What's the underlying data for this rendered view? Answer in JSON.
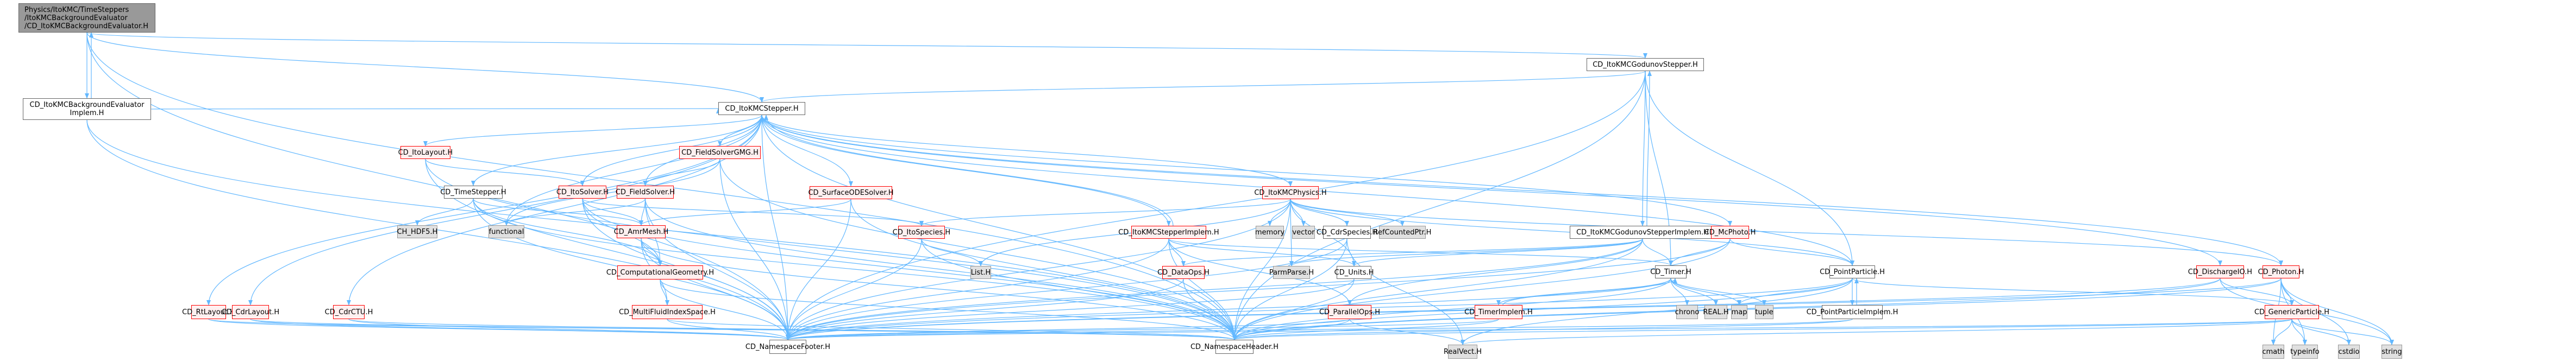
{
  "title": "Include dependency graph for CD_ItoKMCBackgroundEvaluator.H",
  "colors": {
    "edge": "#63b8ff",
    "root_fill": "#999999",
    "red_border": "#ff0000",
    "red_fill": "#fff0f0",
    "system_fill": "#e0e0e0",
    "plain_fill": "#ffffff"
  },
  "nodes": [
    {
      "id": "root",
      "label": "Physics/ItoKMC/TimeSteppers\n/ItoKMCBackgroundEvaluator\n/CD_ItoKMCBackgroundEvaluator.H",
      "kind": "root"
    },
    {
      "id": "bgimplem",
      "label": "CD_ItoKMCBackgroundEvaluator\nImplem.H",
      "kind": "plain"
    },
    {
      "id": "godunov",
      "label": "CD_ItoKMCGodunovStepper.H",
      "kind": "plain"
    },
    {
      "id": "stepper",
      "label": "CD_ItoKMCStepper.H",
      "kind": "plain"
    },
    {
      "id": "itolayout",
      "label": "CD_ItoLayout.H",
      "kind": "red"
    },
    {
      "id": "fsgmg",
      "label": "CD_FieldSolverGMG.H",
      "kind": "red"
    },
    {
      "id": "surfode",
      "label": "CD_SurfaceODESolver.H",
      "kind": "red"
    },
    {
      "id": "physics",
      "label": "CD_ItoKMCPhysics.H",
      "kind": "red"
    },
    {
      "id": "timestepper",
      "label": "CD_TimeStepper.H",
      "kind": "plain"
    },
    {
      "id": "itosolver",
      "label": "CD_ItoSolver.H",
      "kind": "red"
    },
    {
      "id": "fieldsolver",
      "label": "CD_FieldSolver.H",
      "kind": "red"
    },
    {
      "id": "hdf5",
      "label": "CH_HDF5.H",
      "kind": "sys"
    },
    {
      "id": "functional",
      "label": "functional",
      "kind": "sys"
    },
    {
      "id": "amrmesh",
      "label": "CD_AmrMesh.H",
      "kind": "red"
    },
    {
      "id": "itospecies",
      "label": "CD_ItoSpecies.H",
      "kind": "red"
    },
    {
      "id": "stepimplem",
      "label": "CD_ItoKMCStepperImplem.H",
      "kind": "red"
    },
    {
      "id": "memory",
      "label": "memory",
      "kind": "sys"
    },
    {
      "id": "vector",
      "label": "vector",
      "kind": "sys"
    },
    {
      "id": "cdrspecies",
      "label": "CD_CdrSpecies.H",
      "kind": "plain"
    },
    {
      "id": "refptr",
      "label": "RefCountedPtr.H",
      "kind": "sys"
    },
    {
      "id": "godimplem",
      "label": "CD_ItoKMCGodunovStepperImplem.H",
      "kind": "plain"
    },
    {
      "id": "mcphoto",
      "label": "CD_McPhoto.H",
      "kind": "red"
    },
    {
      "id": "list",
      "label": "List.H",
      "kind": "sys"
    },
    {
      "id": "dataops",
      "label": "CD_DataOps.H",
      "kind": "red"
    },
    {
      "id": "parmparse",
      "label": "ParmParse.H",
      "kind": "sys"
    },
    {
      "id": "units",
      "label": "CD_Units.H",
      "kind": "plain"
    },
    {
      "id": "timer",
      "label": "CD_Timer.H",
      "kind": "plain"
    },
    {
      "id": "pointparticle",
      "label": "CD_PointParticle.H",
      "kind": "plain"
    },
    {
      "id": "dischargeio",
      "label": "CD_DischargeIO.H",
      "kind": "red"
    },
    {
      "id": "photon",
      "label": "CD_Photon.H",
      "kind": "red"
    },
    {
      "id": "compgeom",
      "label": "CD_ComputationalGeometry.H",
      "kind": "red"
    },
    {
      "id": "rtlayout",
      "label": "CD_RtLayout.H",
      "kind": "red"
    },
    {
      "id": "cdrlayout",
      "label": "CD_CdrLayout.H",
      "kind": "red"
    },
    {
      "id": "cdrctu",
      "label": "CD_CdrCTU.H",
      "kind": "red"
    },
    {
      "id": "multifluid",
      "label": "CD_MultiFluidIndexSpace.H",
      "kind": "red"
    },
    {
      "id": "parallelops",
      "label": "CD_ParallelOps.H",
      "kind": "red"
    },
    {
      "id": "timerimplem",
      "label": "CD_TimerImplem.H",
      "kind": "red"
    },
    {
      "id": "chrono",
      "label": "chrono",
      "kind": "sys"
    },
    {
      "id": "real",
      "label": "REAL.H",
      "kind": "sys"
    },
    {
      "id": "map",
      "label": "map",
      "kind": "sys"
    },
    {
      "id": "tuple",
      "label": "tuple",
      "kind": "sys"
    },
    {
      "id": "ppimplem",
      "label": "CD_PointParticleImplem.H",
      "kind": "plain"
    },
    {
      "id": "genparticle",
      "label": "CD_GenericParticle.H",
      "kind": "red"
    },
    {
      "id": "nsfooter",
      "label": "CD_NamespaceFooter.H",
      "kind": "plain"
    },
    {
      "id": "nsheader",
      "label": "CD_NamespaceHeader.H",
      "kind": "plain"
    },
    {
      "id": "realvect",
      "label": "RealVect.H",
      "kind": "sys"
    },
    {
      "id": "cmath",
      "label": "cmath",
      "kind": "sys"
    },
    {
      "id": "typeinfo",
      "label": "typeinfo",
      "kind": "sys"
    },
    {
      "id": "cstdio",
      "label": "cstdio",
      "kind": "sys"
    },
    {
      "id": "string",
      "label": "string",
      "kind": "sys"
    }
  ],
  "edges": [
    [
      "root",
      "bgimplem"
    ],
    [
      "bgimplem",
      "root"
    ],
    [
      "root",
      "godunov"
    ],
    [
      "root",
      "stepper"
    ],
    [
      "root",
      "nsfooter"
    ],
    [
      "root",
      "nsheader"
    ],
    [
      "bgimplem",
      "nsfooter"
    ],
    [
      "bgimplem",
      "nsheader"
    ],
    [
      "bgimplem",
      "stepper"
    ],
    [
      "godunov",
      "stepper"
    ],
    [
      "godunov",
      "godimplem"
    ],
    [
      "godimplem",
      "godunov"
    ],
    [
      "godunov",
      "pointparticle"
    ],
    [
      "godunov",
      "nsfooter"
    ],
    [
      "godunov",
      "nsheader"
    ],
    [
      "godunov",
      "timer"
    ],
    [
      "stepper",
      "itolayout"
    ],
    [
      "stepper",
      "fsgmg"
    ],
    [
      "stepper",
      "surfode"
    ],
    [
      "stepper",
      "physics"
    ],
    [
      "stepper",
      "timestepper"
    ],
    [
      "stepper",
      "itosolver"
    ],
    [
      "stepper",
      "fieldsolver"
    ],
    [
      "stepper",
      "stepimplem"
    ],
    [
      "stepimplem",
      "stepper"
    ],
    [
      "stepper",
      "rtlayout"
    ],
    [
      "stepper",
      "cdrlayout"
    ],
    [
      "stepper",
      "cdrctu"
    ],
    [
      "stepper",
      "functional"
    ],
    [
      "stepper",
      "mcphoto"
    ],
    [
      "stepper",
      "dischargeio"
    ],
    [
      "stepper",
      "photon"
    ],
    [
      "stepper",
      "nsfooter"
    ],
    [
      "stepper",
      "nsheader"
    ],
    [
      "stepper",
      "pointparticle"
    ],
    [
      "itolayout",
      "itosolver"
    ],
    [
      "itolayout",
      "nsfooter"
    ],
    [
      "itolayout",
      "nsheader"
    ],
    [
      "fsgmg",
      "fieldsolver"
    ],
    [
      "fsgmg",
      "nsfooter"
    ],
    [
      "fsgmg",
      "nsheader"
    ],
    [
      "fsgmg",
      "functional"
    ],
    [
      "surfode",
      "amrmesh"
    ],
    [
      "surfode",
      "nsfooter"
    ],
    [
      "surfode",
      "nsheader"
    ],
    [
      "physics",
      "memory"
    ],
    [
      "physics",
      "vector"
    ],
    [
      "physics",
      "cdrspecies"
    ],
    [
      "physics",
      "refptr"
    ],
    [
      "physics",
      "itospecies"
    ],
    [
      "physics",
      "list"
    ],
    [
      "physics",
      "nsfooter"
    ],
    [
      "physics",
      "nsheader"
    ],
    [
      "physics",
      "pointparticle"
    ],
    [
      "physics",
      "photon"
    ],
    [
      "physics",
      "parmparse"
    ],
    [
      "physics",
      "units"
    ],
    [
      "timestepper",
      "hdf5"
    ],
    [
      "timestepper",
      "amrmesh"
    ],
    [
      "timestepper",
      "compgeom"
    ],
    [
      "timestepper",
      "nsfooter"
    ],
    [
      "timestepper",
      "nsheader"
    ],
    [
      "itosolver",
      "amrmesh"
    ],
    [
      "itosolver",
      "compgeom"
    ],
    [
      "itosolver",
      "itospecies"
    ],
    [
      "itosolver",
      "nsfooter"
    ],
    [
      "itosolver",
      "nsheader"
    ],
    [
      "fieldsolver",
      "amrmesh"
    ],
    [
      "fieldsolver",
      "compgeom"
    ],
    [
      "fieldsolver",
      "functional"
    ],
    [
      "fieldsolver",
      "nsfooter"
    ],
    [
      "fieldsolver",
      "nsheader"
    ],
    [
      "amrmesh",
      "compgeom"
    ],
    [
      "amrmesh",
      "multifluid"
    ],
    [
      "amrmesh",
      "nsfooter"
    ],
    [
      "amrmesh",
      "nsheader"
    ],
    [
      "compgeom",
      "multifluid"
    ],
    [
      "compgeom",
      "nsfooter"
    ],
    [
      "compgeom",
      "nsheader"
    ],
    [
      "multifluid",
      "nsfooter"
    ],
    [
      "multifluid",
      "nsheader"
    ],
    [
      "itospecies",
      "list"
    ],
    [
      "itospecies",
      "nsfooter"
    ],
    [
      "itospecies",
      "nsheader"
    ],
    [
      "stepimplem",
      "dataops"
    ],
    [
      "stepimplem",
      "parallelops"
    ],
    [
      "stepimplem",
      "units"
    ],
    [
      "stepimplem",
      "timer"
    ],
    [
      "stepimplem",
      "nsfooter"
    ],
    [
      "stepimplem",
      "nsheader"
    ],
    [
      "cdrspecies",
      "nsfooter"
    ],
    [
      "cdrspecies",
      "nsheader"
    ],
    [
      "cdrspecies",
      "realvect"
    ],
    [
      "godimplem",
      "timer"
    ],
    [
      "godimplem",
      "parmparse"
    ],
    [
      "godimplem",
      "units"
    ],
    [
      "godimplem",
      "nsfooter"
    ],
    [
      "godimplem",
      "nsheader"
    ],
    [
      "godimplem",
      "dataops"
    ],
    [
      "godimplem",
      "parallelops"
    ],
    [
      "mcphoto",
      "timer"
    ],
    [
      "mcphoto",
      "pointparticle"
    ],
    [
      "mcphoto",
      "nsfooter"
    ],
    [
      "mcphoto",
      "nsheader"
    ],
    [
      "dataops",
      "nsfooter"
    ],
    [
      "dataops",
      "nsheader"
    ],
    [
      "units",
      "nsfooter"
    ],
    [
      "units",
      "nsheader"
    ],
    [
      "parallelops",
      "nsfooter"
    ],
    [
      "parallelops",
      "nsheader"
    ],
    [
      "parallelops",
      "realvect"
    ],
    [
      "timer",
      "timerimplem"
    ],
    [
      "timerimplem",
      "timer"
    ],
    [
      "timer",
      "chrono"
    ],
    [
      "timer",
      "real"
    ],
    [
      "timer",
      "map"
    ],
    [
      "timer",
      "tuple"
    ],
    [
      "timer",
      "nsfooter"
    ],
    [
      "timer",
      "nsheader"
    ],
    [
      "timerimplem",
      "nsfooter"
    ],
    [
      "timerimplem",
      "nsheader"
    ],
    [
      "pointparticle",
      "ppimplem"
    ],
    [
      "ppimplem",
      "pointparticle"
    ],
    [
      "pointparticle",
      "genparticle"
    ],
    [
      "pointparticle",
      "nsfooter"
    ],
    [
      "pointparticle",
      "nsheader"
    ],
    [
      "pointparticle",
      "realvect"
    ],
    [
      "pointparticle",
      "map"
    ],
    [
      "ppimplem",
      "nsfooter"
    ],
    [
      "ppimplem",
      "nsheader"
    ],
    [
      "dischargeio",
      "genparticle"
    ],
    [
      "dischargeio",
      "nsfooter"
    ],
    [
      "dischargeio",
      "nsheader"
    ],
    [
      "dischargeio",
      "string"
    ],
    [
      "photon",
      "genparticle"
    ],
    [
      "photon",
      "cmath"
    ],
    [
      "photon",
      "typeinfo"
    ],
    [
      "photon",
      "cstdio"
    ],
    [
      "photon",
      "string"
    ],
    [
      "photon",
      "nsfooter"
    ],
    [
      "photon",
      "nsheader"
    ],
    [
      "genparticle",
      "cmath"
    ],
    [
      "genparticle",
      "typeinfo"
    ],
    [
      "genparticle",
      "cstdio"
    ],
    [
      "genparticle",
      "string"
    ],
    [
      "genparticle",
      "nsfooter"
    ],
    [
      "genparticle",
      "nsheader"
    ],
    [
      "genparticle",
      "realvect"
    ],
    [
      "rtlayout",
      "nsfooter"
    ],
    [
      "rtlayout",
      "nsheader"
    ],
    [
      "cdrlayout",
      "nsfooter"
    ],
    [
      "cdrlayout",
      "nsheader"
    ],
    [
      "cdrctu",
      "nsfooter"
    ],
    [
      "cdrctu",
      "nsheader"
    ]
  ]
}
